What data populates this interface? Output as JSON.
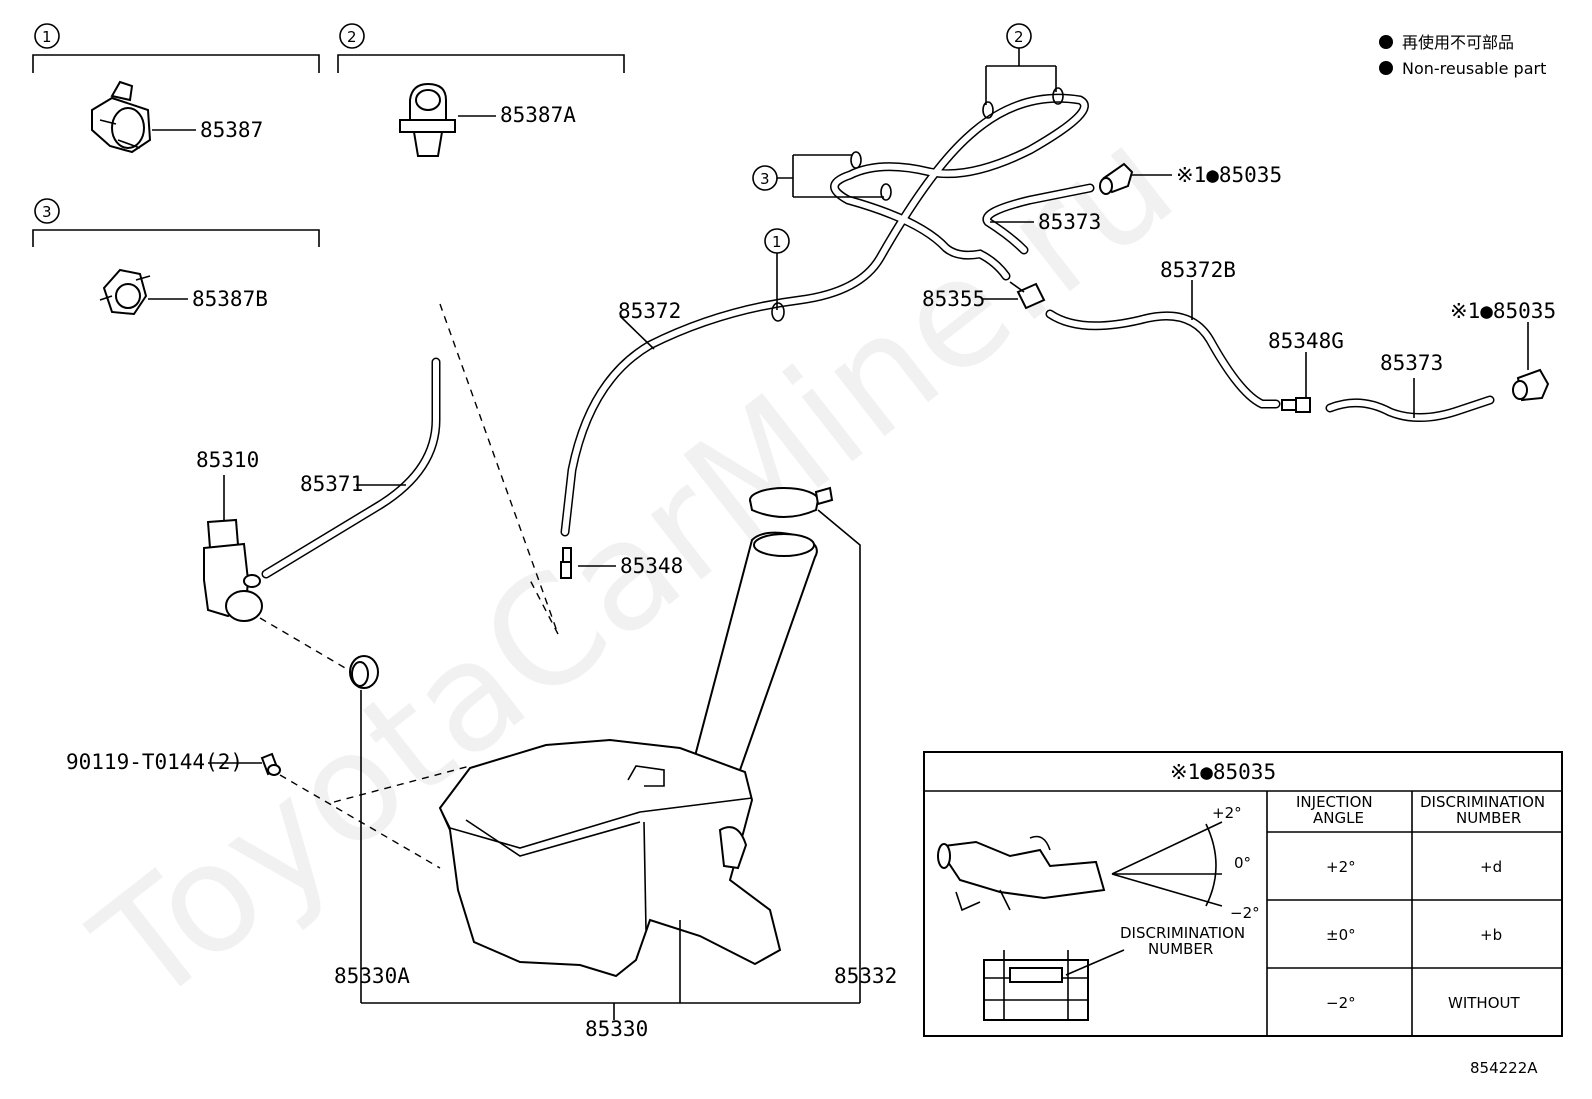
{
  "watermark": "ToyotaCarMine.ru",
  "legend": {
    "jp": "再使用不可部品",
    "en": "Non-reusable part"
  },
  "groups": [
    {
      "num": "1",
      "part": "85387"
    },
    {
      "num": "2",
      "part": "85387A"
    },
    {
      "num": "3",
      "part": "85387B"
    }
  ],
  "callouts": {
    "hose_clip_2": "2",
    "hose_clip_3": "3",
    "hose_clip_1": "1"
  },
  "labels": {
    "pump": "85310",
    "hose_85371": "85371",
    "hose_85372": "85372",
    "joint_85348": "85348",
    "nozzle_top": "※1●85035",
    "hose_85373_top": "85373",
    "connector_85355": "85355",
    "hose_85372B": "85372B",
    "joint_85348G": "85348G",
    "hose_85373_right": "85373",
    "nozzle_right": "※1●85035",
    "bolt": "90119-T0144(2)",
    "grommet": "85330A",
    "cap": "85332",
    "tank": "85330"
  },
  "table": {
    "title": "※1●85035",
    "col_angle": [
      "INJECTION",
      "ANGLE"
    ],
    "col_disc": [
      "DISCRIMINATION",
      "NUMBER"
    ],
    "rows": [
      {
        "angle": "+2°",
        "disc": "+d"
      },
      {
        "angle": "±0°",
        "disc": "+b"
      },
      {
        "angle": "−2°",
        "disc": "WITHOUT"
      }
    ],
    "angle_marks": {
      "plus": "+2°",
      "zero": "0°",
      "minus": "−2°"
    },
    "disc_callout": [
      "DISCRIMINATION",
      "NUMBER"
    ]
  },
  "figure_id": "854222A"
}
